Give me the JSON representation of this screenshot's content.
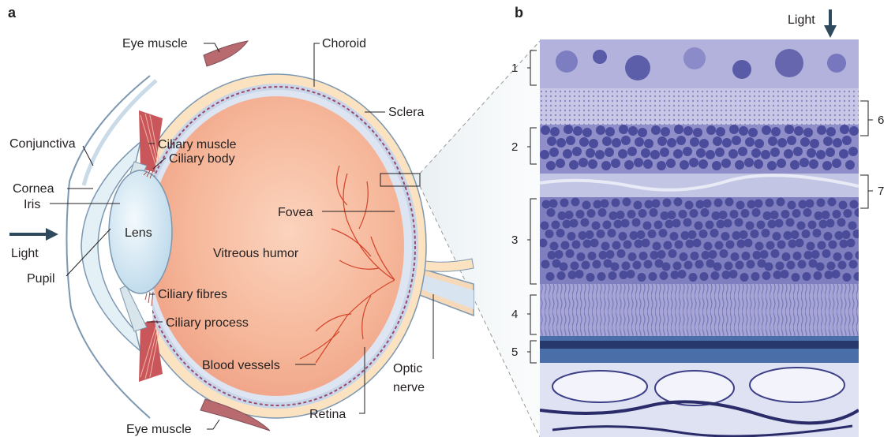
{
  "panels": {
    "a": "a",
    "b": "b"
  },
  "eye_labels": {
    "eye_muscle_top": "Eye muscle",
    "choroid": "Choroid",
    "sclera": "Sclera",
    "conjunctiva": "Conjunctiva",
    "ciliary_muscle": "Ciliary muscle",
    "ciliary_body": "Ciliary body",
    "cornea": "Cornea",
    "iris": "Iris",
    "lens": "Lens",
    "fovea": "Fovea",
    "light": "Light",
    "vitreous_humor": "Vitreous humor",
    "pupil": "Pupil",
    "ciliary_fibres": "Ciliary fibres",
    "ciliary_process": "Ciliary process",
    "blood_vessels": "Blood vessels",
    "optic_nerve_line1": "Optic",
    "optic_nerve_line2": "nerve",
    "retina": "Retina",
    "eye_muscle_bottom": "Eye muscle"
  },
  "retina_section": {
    "light_label": "Light",
    "layer_numbers_left": [
      "1",
      "2",
      "3",
      "4",
      "5"
    ],
    "layer_numbers_right": [
      "6",
      "7"
    ]
  },
  "colors": {
    "sclera": "#fbe3c2",
    "vitreous": "#f6b79a",
    "lens": "#d7ebf6",
    "cornea": "#e3f1f7",
    "muscle": "#b86a6f",
    "vessel": "#d4442a",
    "tissue_stain": "#8d8cc9",
    "nuclei": "#4b4d9c",
    "arrow": "#2f4a5c"
  }
}
